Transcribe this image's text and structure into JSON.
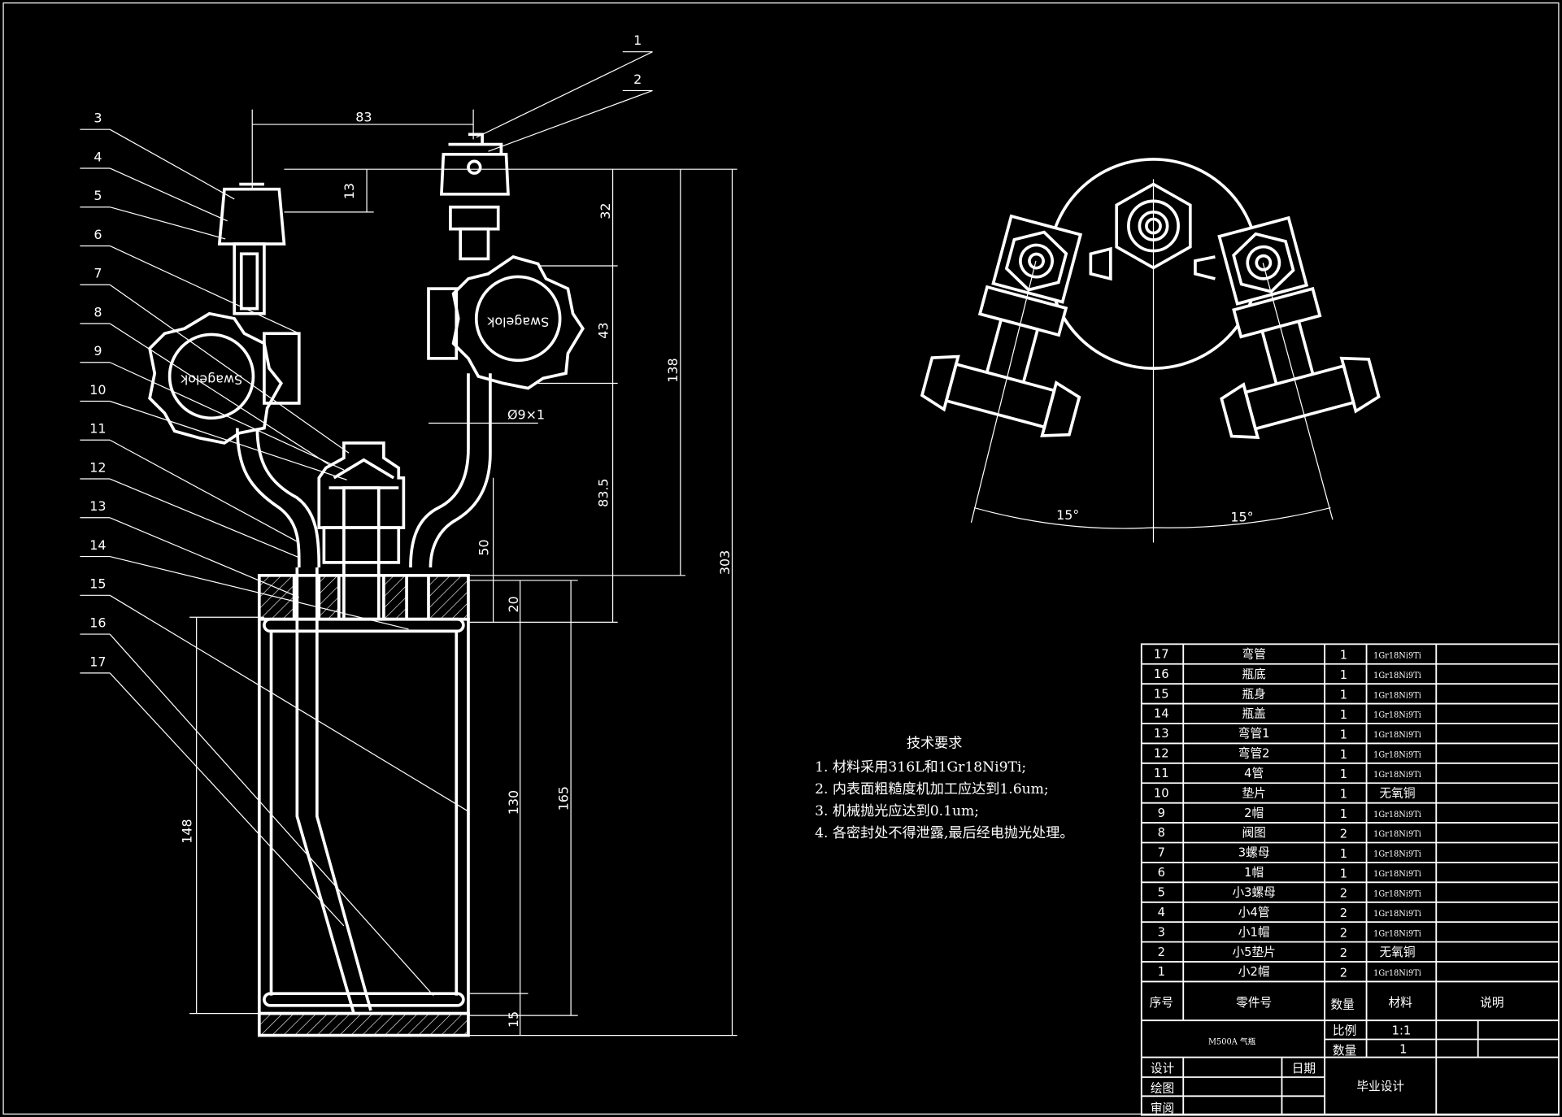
{
  "balloons": [
    "1",
    "2",
    "3",
    "4",
    "5",
    "6",
    "7",
    "8",
    "9",
    "10",
    "11",
    "12",
    "13",
    "14",
    "15",
    "16",
    "17"
  ],
  "dimensions": {
    "d83": "83",
    "d13": "13",
    "d32": "32",
    "d43": "43",
    "d83_5": "83.5",
    "d138": "138",
    "d303": "303",
    "phi": "Ø9×1",
    "d50": "50",
    "d20": "20",
    "d130": "130",
    "d165": "165",
    "d148": "148",
    "d15": "15",
    "angle_left": "15°",
    "angle_right": "15°"
  },
  "knob_text": "Swagelok",
  "requirements": {
    "title": "技术要求",
    "items": [
      "1. 材料采用316L和1Gr18Ni9Ti;",
      "2. 内表面粗糙度机加工应达到1.6um;",
      "3. 机械抛光应达到0.1um;",
      "4. 各密封处不得泄露,最后经电抛光处理。"
    ]
  },
  "bom": {
    "rows": [
      {
        "no": "17",
        "name": "弯管",
        "qty": "1",
        "material": "1Gr18Ni9Ti"
      },
      {
        "no": "16",
        "name": "瓶底",
        "qty": "1",
        "material": "1Gr18Ni9Ti"
      },
      {
        "no": "15",
        "name": "瓶身",
        "qty": "1",
        "material": "1Gr18Ni9Ti"
      },
      {
        "no": "14",
        "name": "瓶盖",
        "qty": "1",
        "material": "1Gr18Ni9Ti"
      },
      {
        "no": "13",
        "name": "弯管1",
        "qty": "1",
        "material": "1Gr18Ni9Ti"
      },
      {
        "no": "12",
        "name": "弯管2",
        "qty": "1",
        "material": "1Gr18Ni9Ti"
      },
      {
        "no": "11",
        "name": "4管",
        "qty": "1",
        "material": "1Gr18Ni9Ti"
      },
      {
        "no": "10",
        "name": "垫片",
        "qty": "1",
        "material": "无氧铜"
      },
      {
        "no": "9",
        "name": "2帽",
        "qty": "1",
        "material": "1Gr18Ni9Ti"
      },
      {
        "no": "8",
        "name": "阀图",
        "qty": "2",
        "material": "1Gr18Ni9Ti"
      },
      {
        "no": "7",
        "name": "3螺母",
        "qty": "1",
        "material": "1Gr18Ni9Ti"
      },
      {
        "no": "6",
        "name": "1帽",
        "qty": "1",
        "material": "1Gr18Ni9Ti"
      },
      {
        "no": "5",
        "name": "小3螺母",
        "qty": "2",
        "material": "1Gr18Ni9Ti"
      },
      {
        "no": "4",
        "name": "小4管",
        "qty": "2",
        "material": "1Gr18Ni9Ti"
      },
      {
        "no": "3",
        "name": "小1帽",
        "qty": "2",
        "material": "1Gr18Ni9Ti"
      },
      {
        "no": "2",
        "name": "小5垫片",
        "qty": "2",
        "material": "无氧铜"
      },
      {
        "no": "1",
        "name": "小2帽",
        "qty": "2",
        "material": "1Gr18Ni9Ti"
      }
    ],
    "headers": {
      "no": "序号",
      "name": "零件号",
      "qty": "数量",
      "material": "材料",
      "note": "说明"
    }
  },
  "title_block": {
    "drawing_name": "M500A 气瓶",
    "scale_label": "比例",
    "scale_value": "1:1",
    "qty_label": "数量",
    "qty_value": "1",
    "design_label": "设计",
    "date_label": "日期",
    "draw_label": "绘图",
    "review_label": "审阅",
    "project": "毕业设计"
  }
}
